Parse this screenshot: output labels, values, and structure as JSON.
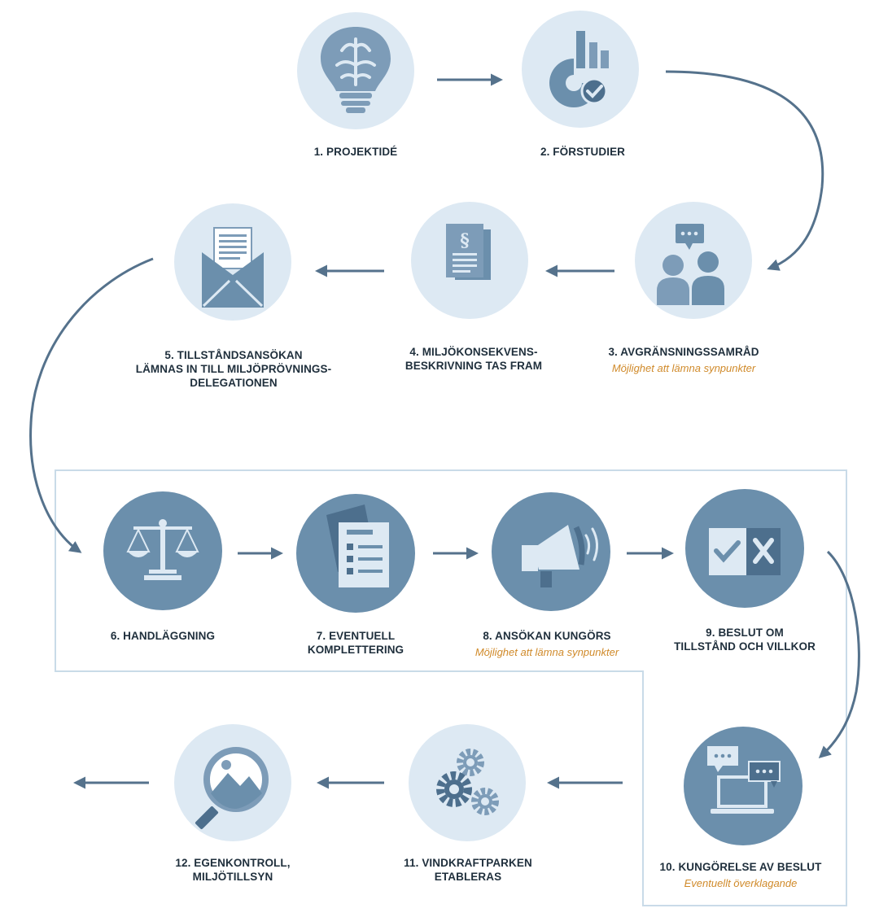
{
  "colors": {
    "circle_light": "#dde9f3",
    "circle_dark": "#6b8fac",
    "icon_mid": "#7d9cb8",
    "icon_dark": "#4d6f8d",
    "arrow": "#55728c",
    "note": "#d08a2a",
    "label": "#1f2f3c",
    "frame": "#c9dbe8"
  },
  "steps": [
    {
      "id": "s1",
      "label": "1. PROJEKTIDÉ",
      "note": "",
      "icon": "lightbulb-brain-icon"
    },
    {
      "id": "s2",
      "label": "2. FÖRSTUDIER",
      "note": "",
      "icon": "pie-bar-chart-check-icon"
    },
    {
      "id": "s3",
      "label": "3. AVGRÄNSNINGSSAMRÅD",
      "note": "Möjlighet att lämna synpunkter",
      "icon": "two-people-speech-icon"
    },
    {
      "id": "s4",
      "label": "4. MILJÖKONSEKVENS-\nBESKRIVNING TAS FRAM",
      "note": "",
      "icon": "legal-document-icon"
    },
    {
      "id": "s5",
      "label": "5. TILLSTÅNDSANSÖKAN\nLÄMNAS IN TILL MILJÖPRÖVNINGS-\nDELEGATIONEN",
      "note": "",
      "icon": "envelope-letter-icon"
    },
    {
      "id": "s6",
      "label": "6. HANDLÄGGNING",
      "note": "",
      "icon": "scales-icon"
    },
    {
      "id": "s7",
      "label": "7. EVENTUELL\nKOMPLETTERING",
      "note": "",
      "icon": "checklist-icon"
    },
    {
      "id": "s8",
      "label": "8. ANSÖKAN KUNGÖRS",
      "note": "Möjlighet att lämna synpunkter",
      "icon": "megaphone-icon"
    },
    {
      "id": "s9",
      "label": "9. BESLUT OM\nTILLSTÅND OCH VILLKOR",
      "note": "",
      "icon": "check-cross-icon"
    },
    {
      "id": "s10",
      "label": "10. KUNGÖRELSE AV BESLUT",
      "note": "Eventuellt överklagande",
      "icon": "laptop-speech-icon"
    },
    {
      "id": "s11",
      "label": "11. VINDKRAFTPARKEN\nETABLERAS",
      "note": "",
      "icon": "gears-icon"
    },
    {
      "id": "s12",
      "label": "12. EGENKONTROLL,\nMILJÖTILLSYN",
      "note": "",
      "icon": "magnifier-image-icon"
    }
  ]
}
